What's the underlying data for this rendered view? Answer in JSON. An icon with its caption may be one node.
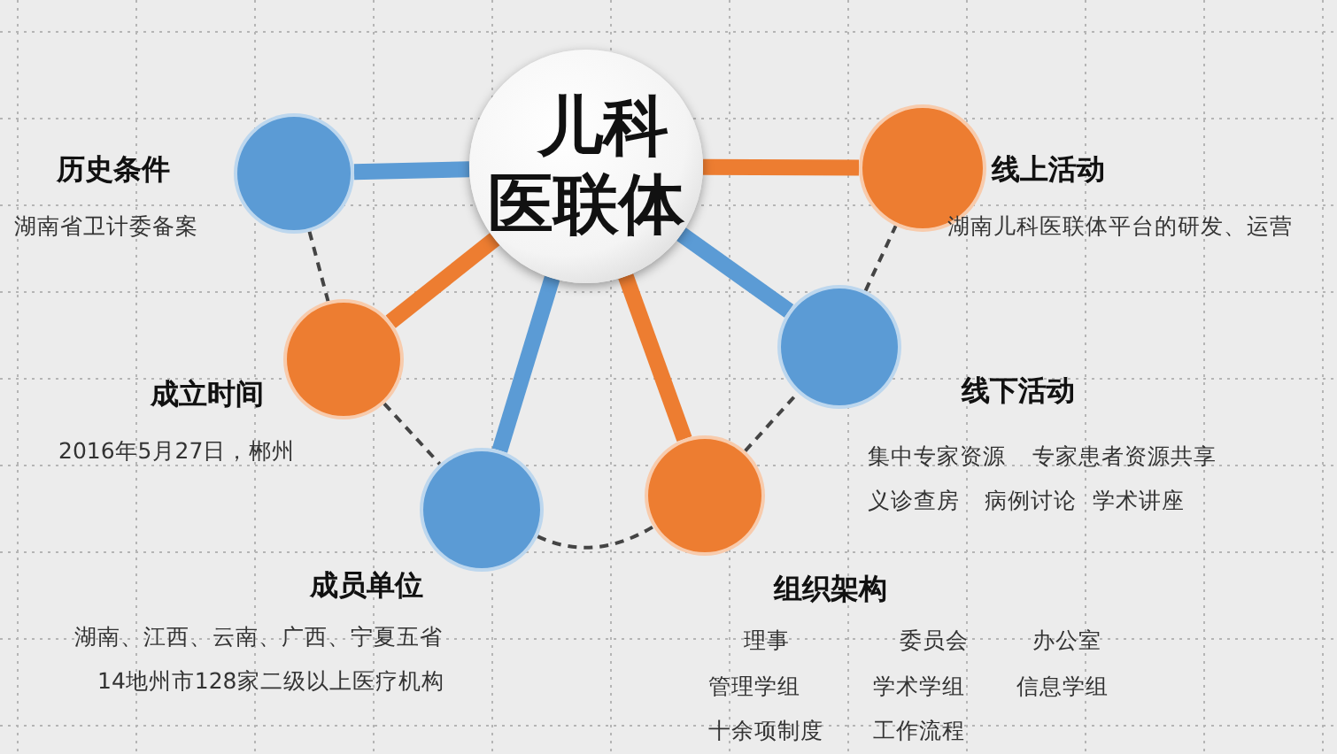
{
  "diagram": {
    "nodes": [
      {
        "text": [
          "儿科医联体"
        ]
      },
      {
        "text": [],
        "shape": "circle",
        "beside": [
          "历史条件",
          "湖南省卫计委备案"
        ]
      },
      {
        "text": [],
        "shape": "circle",
        "beside": [
          "线上活动",
          "湖南儿科医联体平台的研发、运营"
        ]
      },
      {
        "text": [],
        "shape": "circle",
        "beside": [
          "成立时间",
          "2016年5月27日，郴州"
        ]
      },
      {
        "text": [],
        "shape": "circle",
        "beside": [
          "线下活动",
          "集中专家资源",
          "专家患者资源共享",
          "义诊查房",
          "病例讨论",
          "学术讲座"
        ]
      },
      {
        "text": [],
        "shape": "circle",
        "beside": [
          "成员单位",
          "湖南、江西、云南、广西、宁夏五省",
          "14地州市128家二级以上医疗机构"
        ]
      },
      {
        "text": [],
        "shape": "circle",
        "beside": [
          "组织架构",
          "理事",
          "委员会",
          "办公室",
          "管理学组",
          "学术学组",
          "信息学组",
          "十余项制度",
          "工作流程"
        ]
      }
    ],
    "edges": [
      {
        "from": 0,
        "to": 1,
        "arrow": "none",
        "color": "#5b9bd5"
      },
      {
        "from": 0,
        "to": 2,
        "arrow": "none",
        "color": "#ed7d31"
      },
      {
        "from": 0,
        "to": 3,
        "arrow": "none",
        "color": "#ed7d31"
      },
      {
        "from": 0,
        "to": 4,
        "arrow": "none",
        "color": "#5b9bd5"
      },
      {
        "from": 0,
        "to": 5,
        "arrow": "none",
        "color": "#5b9bd5"
      },
      {
        "from": 0,
        "to": 6,
        "arrow": "none",
        "color": "#ed7d31"
      },
      {
        "from": 1,
        "to": 3,
        "arrow": "none",
        "style": "dashed"
      },
      {
        "from": 3,
        "to": 5,
        "arrow": "none",
        "style": "dashed"
      },
      {
        "from": 5,
        "to": 6,
        "arrow": "none",
        "style": "dashed"
      },
      {
        "from": 6,
        "to": 4,
        "arrow": "none",
        "style": "dashed"
      },
      {
        "from": 4,
        "to": 2,
        "arrow": "none",
        "style": "dashed"
      }
    ]
  }
}
